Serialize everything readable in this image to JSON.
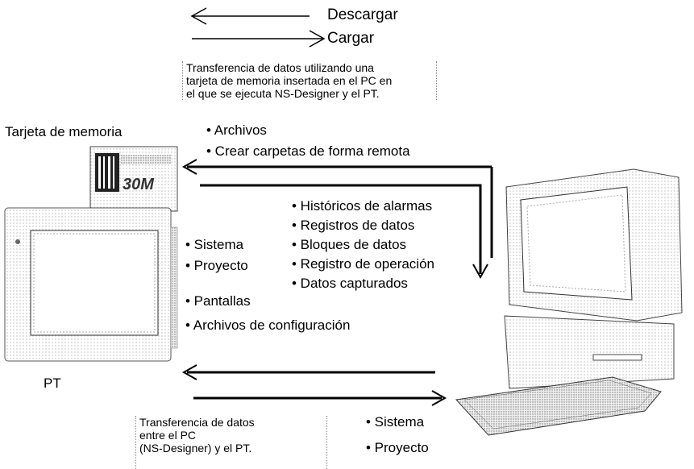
{
  "legend": {
    "download": "Descargar",
    "upload": "Cargar"
  },
  "top_note": {
    "lines": [
      "Transferencia de datos utilizando una",
      "tarjeta de memoria insertada en el PC en",
      "el que se ejecuta NS-Designer y el PT."
    ]
  },
  "memory_card": {
    "label": "Tarjeta de memoria",
    "card_text": "30M"
  },
  "top_items": [
    "• Archivos",
    "• Crear carpetas de forma remota"
  ],
  "middle_right_items": [
    "• Históricos de alarmas",
    "• Registros de datos",
    "• Bloques de datos",
    "• Registro de operación",
    "• Datos capturados"
  ],
  "middle_left_items": [
    "• Sistema",
    "• Proyecto",
    "• Pantallas",
    "• Archivos de configuración"
  ],
  "pt_label": "PT",
  "bottom_note": {
    "lines": [
      "Transferencia de datos",
      "entre el PC",
      "(NS-Designer) y el PT."
    ]
  },
  "bottom_items": [
    "• Sistema",
    "• Proyecto"
  ]
}
